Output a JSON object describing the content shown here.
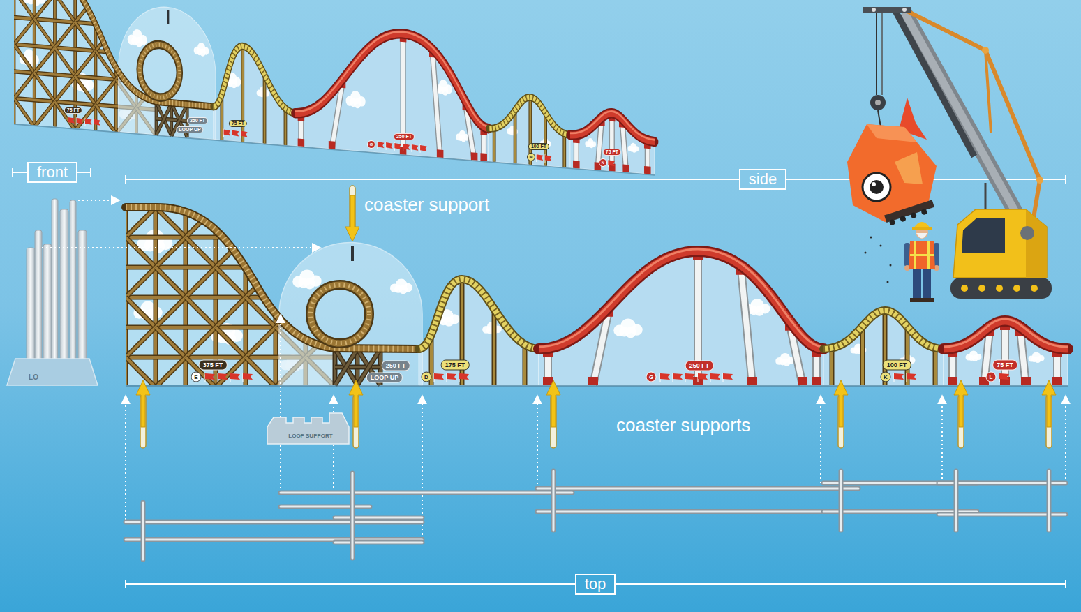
{
  "diagram": {
    "nodes": [
      {
        "text": [
          "front"
        ]
      },
      {
        "text": [
          "side"
        ]
      },
      {
        "text": [
          "top"
        ]
      }
    ],
    "labels": [
      "75 FT",
      "250 FT",
      "LOOP UP",
      "75 FT",
      "G",
      "250 FT",
      "M",
      "100 FT",
      "N",
      "75 FT",
      "coaster support",
      "LO",
      "E",
      "375 FT",
      "250 FT",
      "LOOP UP",
      "D",
      "175 FT",
      "G",
      "250 FT",
      "K",
      "100 FT",
      "L",
      "75 FT",
      "coaster supports",
      "LOOP SUPPORT"
    ]
  }
}
